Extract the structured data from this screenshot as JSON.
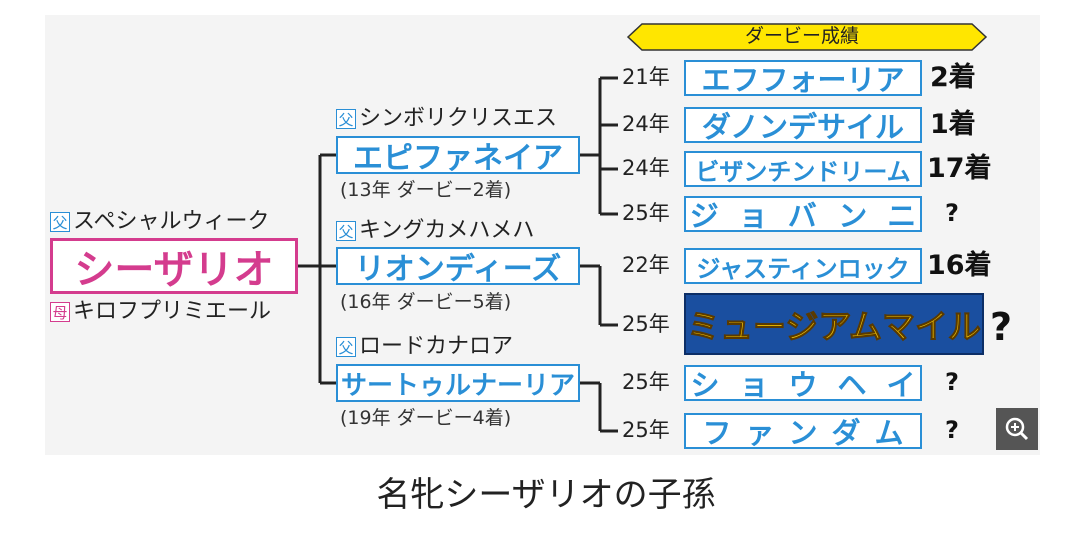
{
  "banner": "ダービー成績",
  "sire_line": {
    "tag": "父",
    "name": "スペシャルウィーク"
  },
  "main_horse": "シーザリオ",
  "dam_line": {
    "tag": "母",
    "name": "キロフプリミエール"
  },
  "children": [
    {
      "sire_tag": "父",
      "sire": "シンボリクリスエス",
      "name": "エピファネイア",
      "derby": "(13年 ダービー2着)"
    },
    {
      "sire_tag": "父",
      "sire": "キングカメハメハ",
      "name": "リオンディーズ",
      "derby": "(16年 ダービー5着)"
    },
    {
      "sire_tag": "父",
      "sire": "ロードカナロア",
      "name": "サートゥルナーリア",
      "derby": "(19年 ダービー4着)"
    }
  ],
  "grandchildren": [
    {
      "year": "21年",
      "name": "エフフォーリア",
      "result": "2着"
    },
    {
      "year": "24年",
      "name": "ダノンデサイル",
      "result": "1着"
    },
    {
      "year": "24年",
      "name": "ビザンチンドリーム",
      "result": "17着"
    },
    {
      "year": "25年",
      "name": "ジョバンニ",
      "result": "?"
    },
    {
      "year": "22年",
      "name": "ジャスティンロック",
      "result": "16着"
    },
    {
      "year": "25年",
      "name": "ミュージアムマイル",
      "result": "?"
    },
    {
      "year": "25年",
      "name": "ショウヘイ",
      "result": "?"
    },
    {
      "year": "25年",
      "name": "ファンダム",
      "result": "?"
    }
  ],
  "caption": "名牝シーザリオの子孫",
  "zoom_icon": "zoom-in-icon",
  "colors": {
    "blue": "#2a8fd6",
    "pink": "#d43c8e",
    "banner_yellow": "#ffe600",
    "gold": "#f2c200",
    "dark_blue": "#1a4fa0"
  }
}
